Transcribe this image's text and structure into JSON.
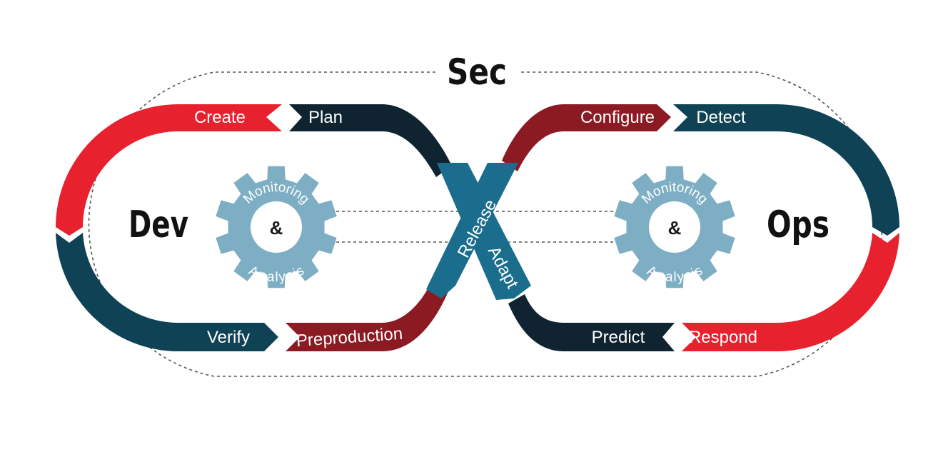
{
  "title": "Sec",
  "dev_label": "Dev",
  "ops_label": "Ops",
  "gears": [
    {
      "top": "Monitoring",
      "middle": "&",
      "bottom": "Analysis"
    },
    {
      "top": "Monitoring",
      "middle": "&",
      "bottom": "Analysis"
    }
  ],
  "segments": {
    "create": "Create",
    "plan": "Plan",
    "verify": "Verify",
    "preproduction": "Preproduction",
    "configure": "Configure",
    "detect": "Detect",
    "predict": "Predict",
    "respond": "Respond",
    "release": "Release",
    "adapt": "Adapt"
  },
  "colors": {
    "red": "#e8212f",
    "dark_red": "#8c1a22",
    "teal": "#0e4254",
    "navy": "#0f2430",
    "blue": "#1a6d8c",
    "gear": "#7eaec3"
  }
}
